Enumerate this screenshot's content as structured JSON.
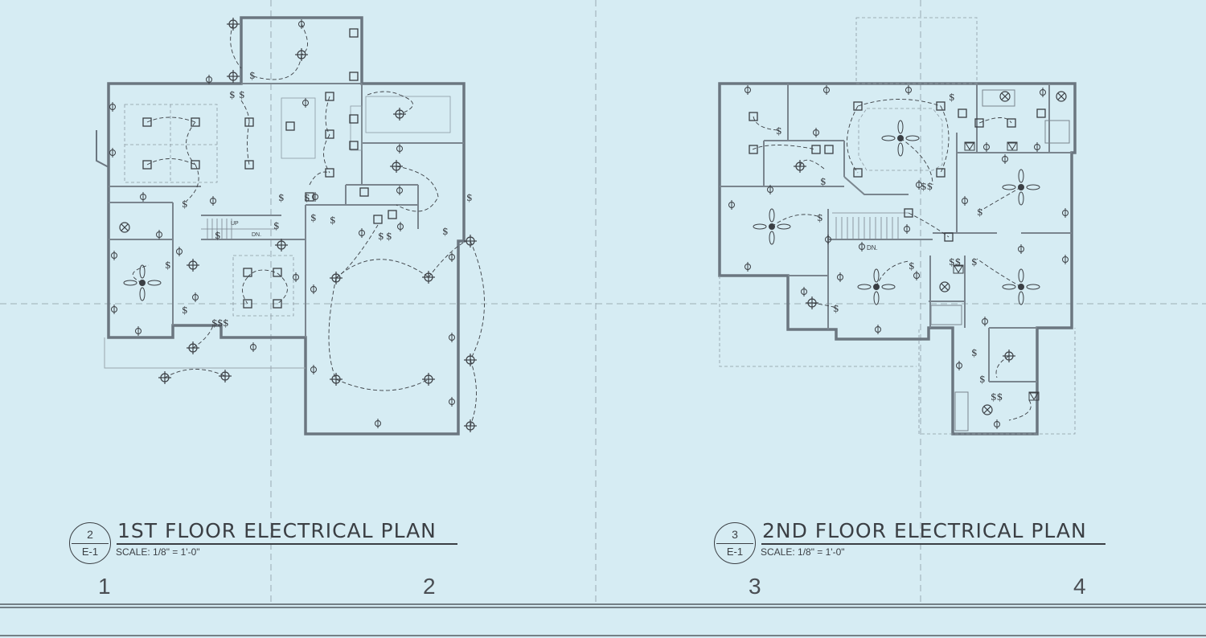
{
  "sheet": {
    "background": "#d6ecf3",
    "line_color": "#3b3f44",
    "wall_color": "#6b7680"
  },
  "plans": [
    {
      "detail_number": "2",
      "sheet_ref": "E-1",
      "title": "1ST FLOOR ELECTRICAL PLAN",
      "scale": "SCALE: 1/8\" = 1'-0\""
    },
    {
      "detail_number": "3",
      "sheet_ref": "E-1",
      "title": "2ND FLOOR ELECTRICAL PLAN",
      "scale": "SCALE: 1/8\" = 1'-0\""
    }
  ],
  "grid_columns": [
    "1",
    "2",
    "3",
    "4"
  ],
  "plan_labels": {
    "up": "UP",
    "dn": "DN.",
    "dn2": "DN."
  },
  "icons": [
    "duplex-outlet-icon",
    "switch-icon",
    "recessed-light-icon",
    "ceiling-fan-icon",
    "exhaust-fan-icon",
    "exterior-light-icon",
    "data-outlet-icon"
  ]
}
